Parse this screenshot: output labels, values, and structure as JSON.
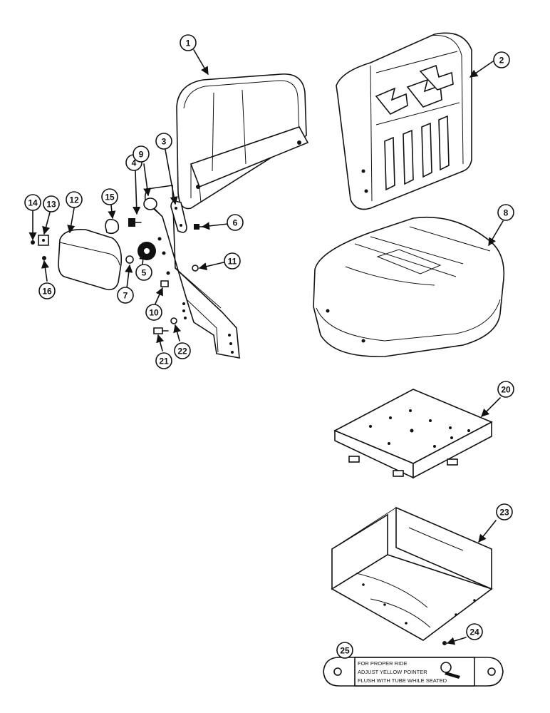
{
  "callouts": [
    "1",
    "2",
    "3",
    "4",
    "5",
    "6",
    "7",
    "8",
    "9",
    "10",
    "11",
    "12",
    "13",
    "14",
    "15",
    "16",
    "20",
    "21",
    "22",
    "23",
    "24",
    "25"
  ],
  "decal": {
    "line1": "FOR PROPER RIDE",
    "line2": "ADJUST YELLOW POINTER",
    "line3": "FLUSH WITH TUBE WHILE SEATED"
  }
}
